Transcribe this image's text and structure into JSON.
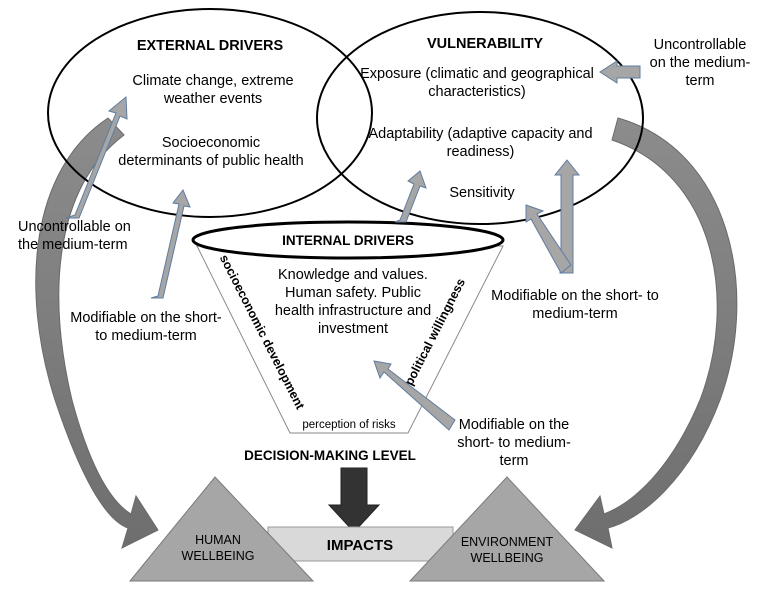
{
  "external_drivers": {
    "title": "EXTERNAL DRIVERS",
    "item_1": "Climate change, extreme weather events",
    "item_2": "Socioeconomic determinants of public health"
  },
  "vulnerability": {
    "title": "VULNERABILITY",
    "item_1": "Exposure (climatic and geographical characteristics)",
    "item_2": "Adaptability (adaptive capacity and readiness)",
    "item_3": "Sensitivity"
  },
  "internal_drivers": {
    "title": "INTERNAL DRIVERS",
    "body": "Knowledge and values. Human safety. Public health infrastructure and investment",
    "side_left": "socioeconomic development",
    "side_right": "political willingness",
    "bottom": "perception of risks"
  },
  "annotations": {
    "uncontrollable_right": "Uncontrollable on the medium-term",
    "uncontrollable_left": "Uncontrollable on the medium-term",
    "modifiable_left": "Modifiable on the short- to medium-term",
    "modifiable_right": "Modifiable on the short- to medium-term",
    "modifiable_bottom": "Modifiable on the short- to medium-term"
  },
  "decision_level": "DECISION-MAKING LEVEL",
  "impacts": {
    "title": "IMPACTS",
    "left": "HUMAN WELLBEING",
    "right": "ENVIRONMENT WELLBEING"
  },
  "colors": {
    "arrow_fill": "#a6a6a6",
    "arrow_stroke": "#5f7da0",
    "dark_arrow": "#5a5a5a",
    "triangle": "#a6a6a6",
    "impacts_bar": "#d9d9d9"
  }
}
